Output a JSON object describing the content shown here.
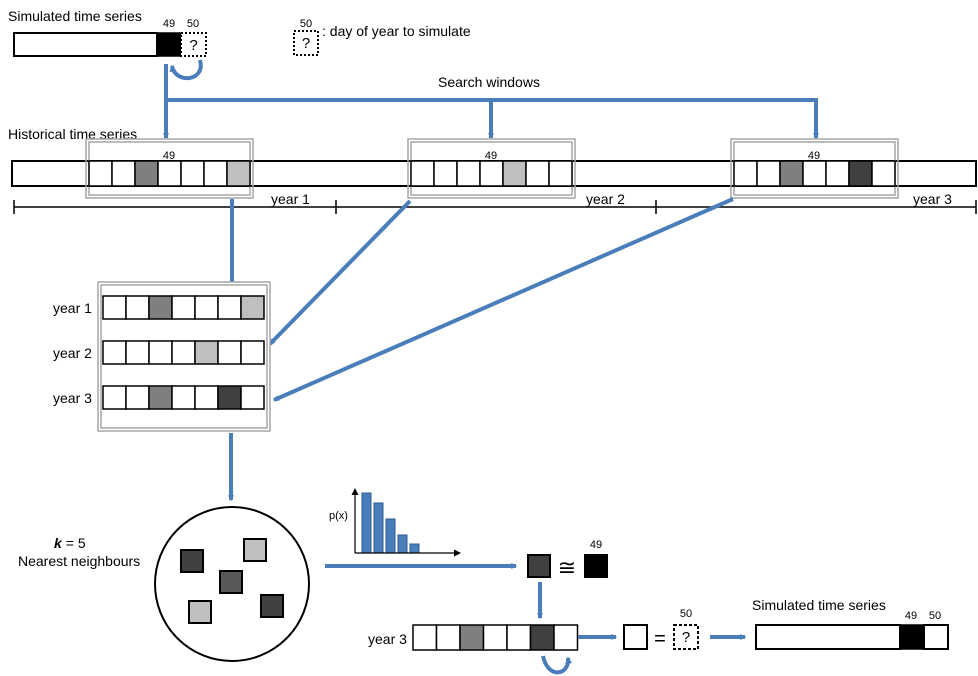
{
  "top": {
    "sim_title": "Simulated time series",
    "day_49": "49",
    "day_50": "50",
    "question_mark": "?",
    "legend_day": "50",
    "legend_q": "?",
    "legend_text": ": day of year to simulate"
  },
  "search_windows_label": "Search windows",
  "historical": {
    "title": "Historical time series",
    "windows": [
      {
        "day": "49",
        "colors": [
          "#ffffff",
          "#ffffff",
          "#7f7f7f",
          "#ffffff",
          "#ffffff",
          "#ffffff",
          "#bfbfbf"
        ]
      },
      {
        "day": "49",
        "colors": [
          "#ffffff",
          "#ffffff",
          "#ffffff",
          "#ffffff",
          "#bfbfbf",
          "#ffffff",
          "#ffffff"
        ]
      },
      {
        "day": "49",
        "colors": [
          "#ffffff",
          "#ffffff",
          "#7f7f7f",
          "#ffffff",
          "#ffffff",
          "#404040",
          "#ffffff"
        ]
      }
    ],
    "year_labels": [
      "year 1",
      "year 2",
      "year 3"
    ]
  },
  "stack": {
    "rows": [
      {
        "label": "year 1",
        "colors": [
          "#ffffff",
          "#ffffff",
          "#7f7f7f",
          "#ffffff",
          "#ffffff",
          "#ffffff",
          "#bfbfbf"
        ]
      },
      {
        "label": "year 2",
        "colors": [
          "#ffffff",
          "#ffffff",
          "#ffffff",
          "#ffffff",
          "#bfbfbf",
          "#ffffff",
          "#ffffff"
        ]
      },
      {
        "label": "year 3",
        "colors": [
          "#ffffff",
          "#ffffff",
          "#7f7f7f",
          "#ffffff",
          "#ffffff",
          "#404040",
          "#ffffff"
        ]
      }
    ]
  },
  "knn": {
    "k_label": "k",
    "k_value": "= 5",
    "subtitle": "Nearest neighbours"
  },
  "distribution": {
    "ylabel": "p(x)",
    "bars": [
      0.6,
      0.5,
      0.34,
      0.18,
      0.09
    ]
  },
  "match": {
    "approx": "≅",
    "day": "49"
  },
  "bottom": {
    "year_label": "year 3",
    "row_colors": [
      "#ffffff",
      "#ffffff",
      "#7f7f7f",
      "#ffffff",
      "#ffffff",
      "#404040",
      "#ffffff"
    ],
    "equals": "=",
    "day_50": "50",
    "question_mark": "?",
    "sim_title": "Simulated time series",
    "day_49": "49",
    "day_50b": "50"
  },
  "colors": {
    "arrow": "#4a7ebb",
    "bar_fill": "#4a7ebb",
    "bar_stroke": "#2e5a8f",
    "black": "#000000",
    "dark": "#404040",
    "mid": "#7f7f7f",
    "light": "#bfbfbf",
    "frame": "#a6a6a6"
  }
}
